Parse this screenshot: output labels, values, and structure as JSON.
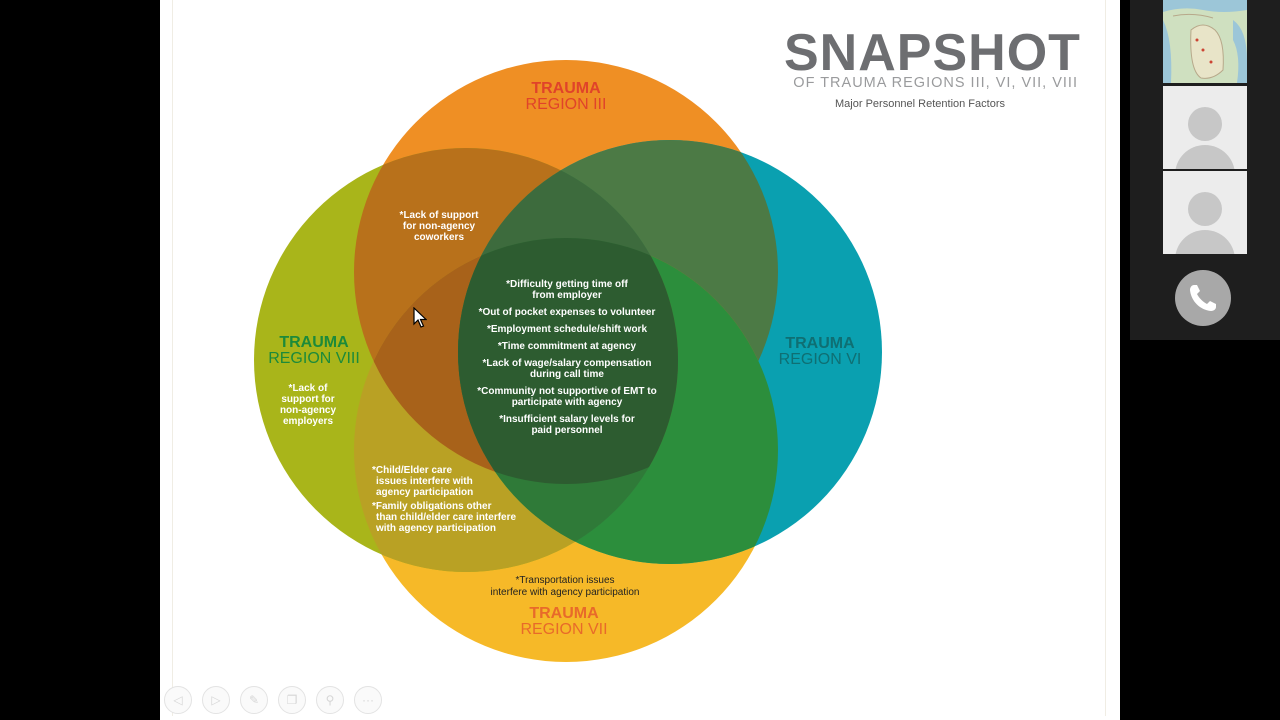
{
  "slide": {
    "title": "SNAPSHOT",
    "subtitle": "OF TRAUMA REGIONS III, VI, VII, VIII",
    "subtitle2": "Major Personnel Retention Factors",
    "regions": {
      "iii": {
        "label": "TRAUMA",
        "region": "REGION III"
      },
      "vi": {
        "label": "TRAUMA",
        "region": "REGION VI"
      },
      "vii": {
        "label": "TRAUMA",
        "region": "REGION VII"
      },
      "viii": {
        "label": "TRAUMA",
        "region": "REGION VIII"
      }
    },
    "notes": {
      "iii_viii": [
        "*Lack of support",
        "for non-agency",
        "coworkers"
      ],
      "viii_only": [
        "*Lack of",
        "support for",
        "non-agency",
        "employers"
      ],
      "viii_vii_1": [
        "*Child/Elder care",
        "issues interfere with",
        "agency participation"
      ],
      "viii_vii_2": [
        "*Family obligations other",
        "than child/elder care interfere",
        "with agency participation"
      ],
      "vii_only": [
        "*Transportation issues",
        "interfere with agency participation"
      ]
    },
    "center_list": [
      [
        "*Difficulty getting time off",
        "from employer"
      ],
      [
        "*Out of pocket expenses to volunteer"
      ],
      [
        "*Employment schedule/shift work"
      ],
      [
        "*Time commitment at agency"
      ],
      [
        "*Lack of wage/salary compensation",
        "during call time"
      ],
      [
        "*Community not supportive of EMT to",
        "participate with agency"
      ],
      [
        "*Insufficient salary levels for",
        "paid personnel"
      ]
    ],
    "colors": {
      "region_iii": "#ef8f24",
      "region_vi": "#0aa0b0",
      "region_vii": "#f6b928",
      "region_viii": "#a9b51a",
      "label_iii": "#e0432a",
      "label_vi": "#0f6f73",
      "label_vii": "#e86a2a",
      "label_viii": "#1c8a3a"
    }
  },
  "toolbar": {
    "icons": [
      "back-icon",
      "forward-icon",
      "pen-icon",
      "copy-icon",
      "zoom-icon",
      "more-icon"
    ],
    "glyphs": [
      "◁",
      "▷",
      "✎",
      "❐",
      "⚲",
      "···"
    ]
  },
  "video": {
    "participants": [
      "map-participant",
      "participant-2",
      "participant-3"
    ],
    "call_icon": "phone-icon"
  }
}
